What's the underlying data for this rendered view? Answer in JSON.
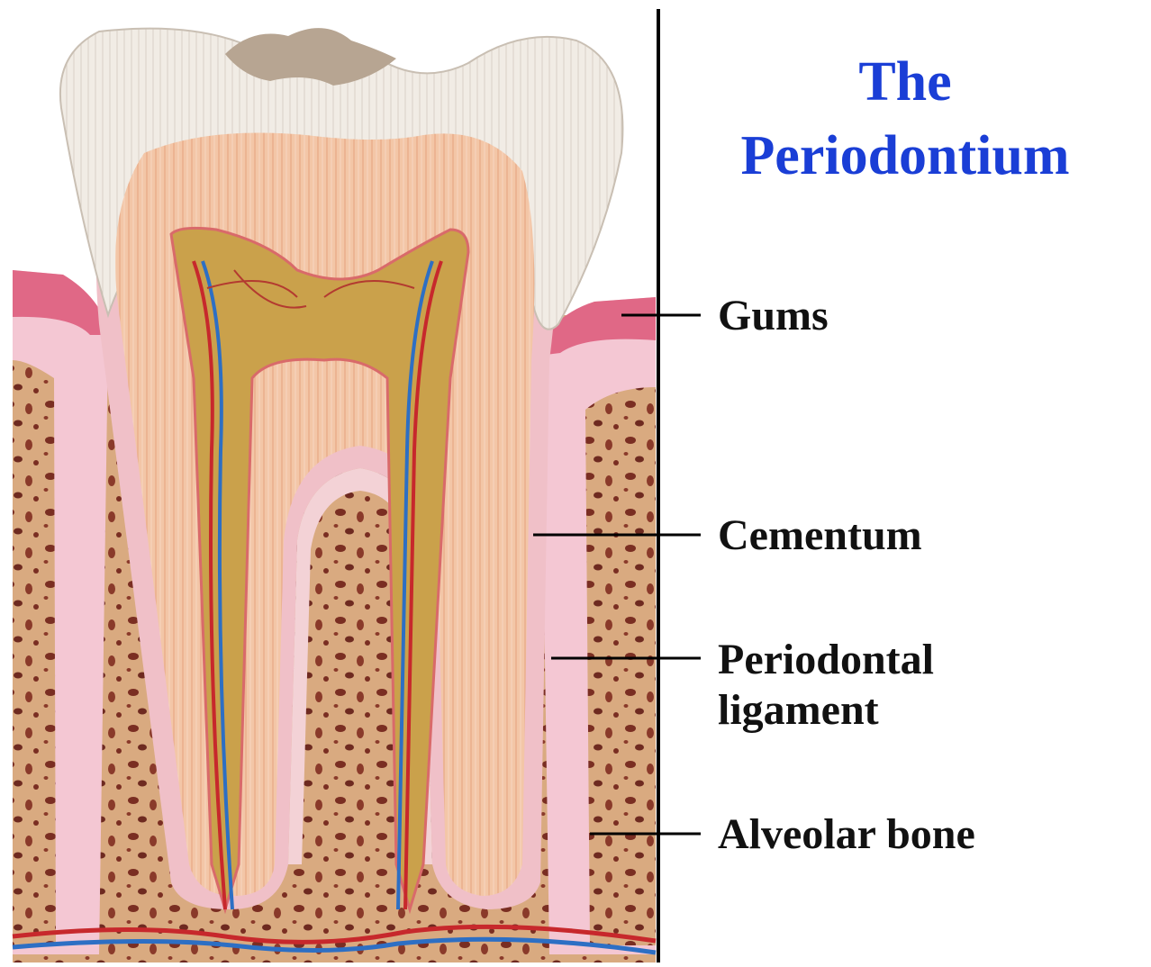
{
  "title": {
    "line1": "The",
    "line2": "Periodontium"
  },
  "labels": {
    "gums": "Gums",
    "cementum": "Cementum",
    "periodontal_ligament_line1": "Periodontal",
    "periodontal_ligament_line2": "ligament",
    "alveolar_bone": "Alveolar bone"
  },
  "colors": {
    "title": "#1a3ed6",
    "enamel": "#efe9e2",
    "dentin": "#f2c2a2",
    "pulp": "#c9a24a",
    "gum": "#e58aa5",
    "bone": "#d6a57c",
    "bone_pore": "#7a2e22",
    "artery": "#c7282c",
    "vein": "#2d6fc4",
    "divider": "#000000"
  }
}
